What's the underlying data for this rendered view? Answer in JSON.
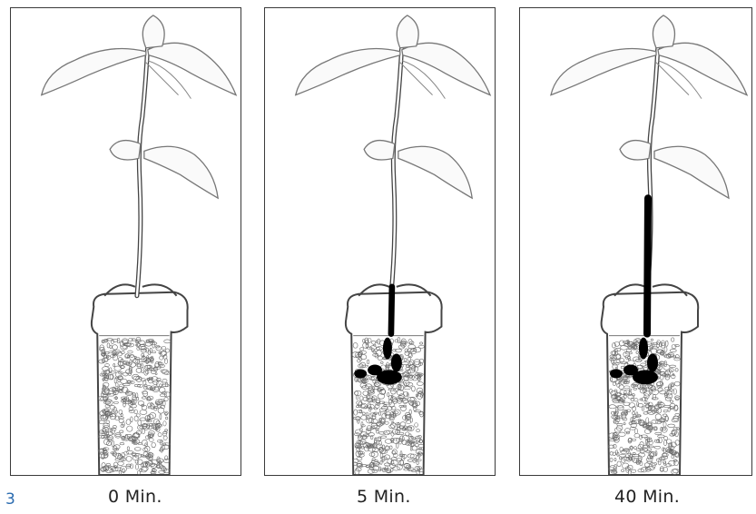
{
  "figure_number": "3",
  "panels": [
    {
      "caption": "0 Min.",
      "dye_level": 0.0
    },
    {
      "caption": "5 Min.",
      "dye_level": 0.35
    },
    {
      "caption": "40 Min.",
      "dye_level": 1.0
    }
  ],
  "colors": {
    "frame": "#3a3a3a",
    "dye": "#000000",
    "figure_number": "#2b6cb0"
  }
}
